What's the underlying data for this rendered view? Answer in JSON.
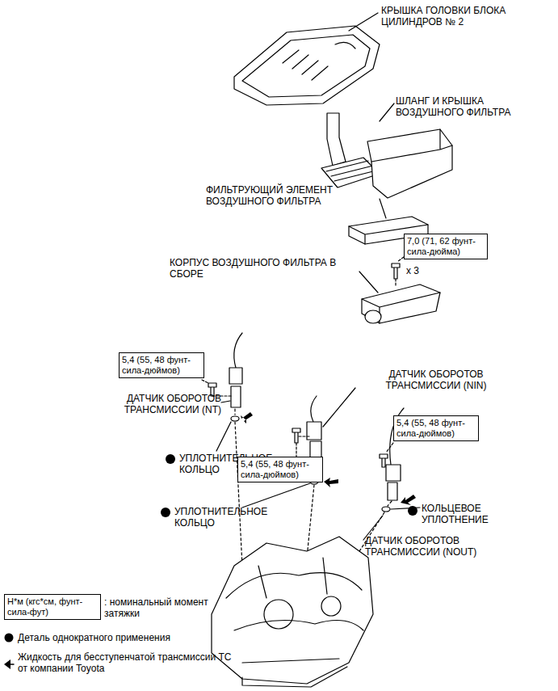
{
  "diagram": {
    "nodes": [
      {
        "text": [
          "7,0 (71, 62 фунт-сила-дюйма)"
        ]
      },
      {
        "text": [
          "5,4 (55, 48 фунт-сила-дюймов)"
        ]
      },
      {
        "text": [
          "5,4 (55, 48 фунт-сила-дюймов)"
        ]
      },
      {
        "text": [
          "5,4 (55, 48 фунт-сила-дюймов)"
        ]
      },
      {
        "text": [
          "Н*м (кгс*см, фунт-сила-фут)"
        ]
      }
    ],
    "labels": [
      "КРЫШКА ГОЛОВКИ БЛОКА ЦИЛИНДРОВ № 2",
      "ШЛАНГ И КРЫШКА ВОЗДУШНОГО ФИЛЬТРА",
      "ФИЛЬТРУЮЩИЙ ЭЛЕМЕНТ ВОЗДУШНОГО ФИЛЬТРА",
      "КОРПУС ВОЗДУШНОГО ФИЛЬТРА В СБОРЕ",
      "x 3",
      "ДАТЧИК ОБОРОТОВ ТРАНСМИССИИ (NT)",
      "ДАТЧИК ОБОРОТОВ ТРАНСМИССИИ (NIN)",
      "УПЛОТНИТЕЛЬНОЕ КОЛЬЦО",
      "УПЛОТНИТЕЛЬНОЕ КОЛЬЦО",
      "КОЛЬЦЕВОЕ УПЛОТНЕНИЕ",
      "ДАТЧИК ОБОРОТОВ ТРАНСМИССИИ (NOUT)"
    ],
    "legend": [
      {
        "text": ": номинальный момент затяжки"
      },
      {
        "text": "Деталь однократного применения"
      },
      {
        "text": "Жидкость для бесступенчатой трансмиссии ТС от компании Toyota"
      }
    ]
  }
}
